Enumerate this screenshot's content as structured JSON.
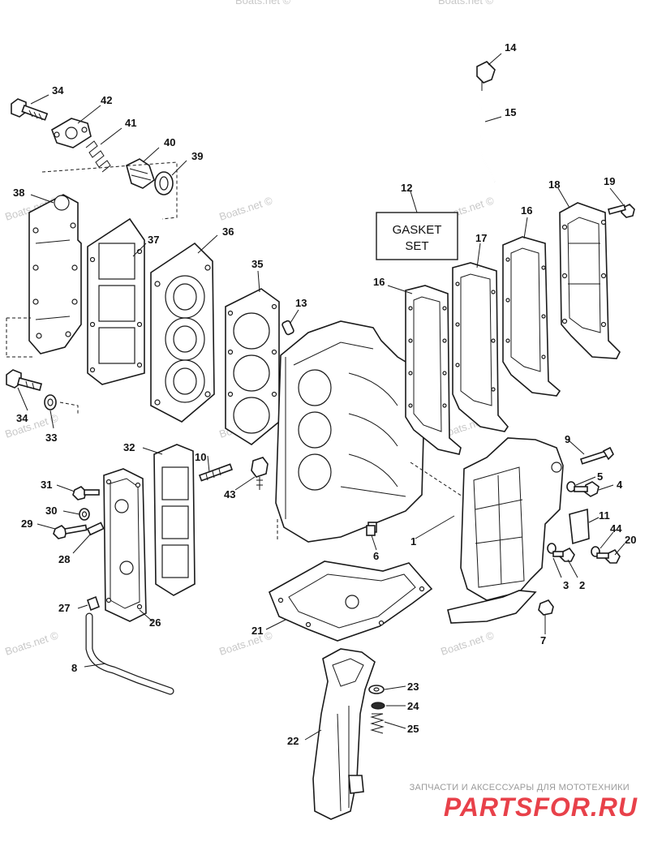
{
  "watermarks": {
    "site": "Boats.net ©"
  },
  "gasket_set_box": {
    "line1": "GASKET",
    "line2": "SET"
  },
  "callouts": [
    "1",
    "2",
    "3",
    "4",
    "5",
    "6",
    "7",
    "8",
    "9",
    "10",
    "11",
    "12",
    "13",
    "14",
    "15",
    "16",
    "16",
    "17",
    "18",
    "19",
    "20",
    "21",
    "22",
    "23",
    "24",
    "25",
    "26",
    "27",
    "28",
    "29",
    "30",
    "31",
    "32",
    "33",
    "34",
    "34",
    "35",
    "36",
    "37",
    "38",
    "39",
    "40",
    "41",
    "42",
    "43",
    "44"
  ],
  "branding": {
    "tagline": "ЗАПЧАСТИ И АКСЕССУАРЫ ДЛЯ МОТОТЕХНИКИ",
    "logo": "PARTSFOR.RU",
    "logo_color": "#e8414a"
  },
  "colors": {
    "line": "#1a1a1a",
    "watermark": "#c8c8c8",
    "background": "#ffffff"
  }
}
